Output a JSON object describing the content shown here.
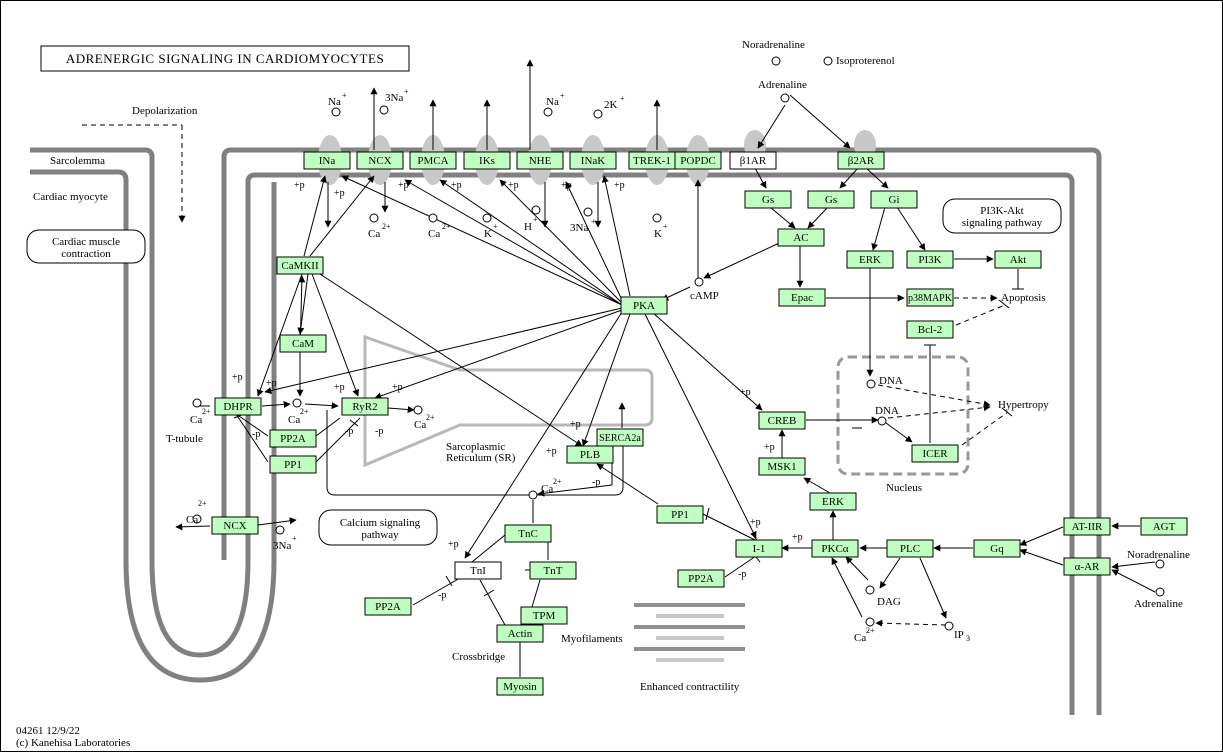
{
  "title": "ADRENERGIC SIGNALING IN CARDIOMYOCYTES",
  "footer": {
    "id": "04261 12/9/22",
    "copyright": "(c) Kanehisa Laboratories"
  },
  "regions": {
    "sarcolemma": "Sarcolemma",
    "cardiac_myocyte": "Cardiac myocyte",
    "t_tubule": "T-tubule",
    "depolarization": "Depolarization",
    "sr_line1": "Sarcoplasmic",
    "sr_line2": "Reticulum (SR)",
    "nucleus": "Nucleus",
    "crossbridge": "Crossbridge",
    "myofilaments": "Myofilaments",
    "enhanced": "Enhanced contractility",
    "hypertropy": "Hypertropy",
    "apoptosis": "Apoptosis"
  },
  "pathways": {
    "cardiac_muscle_1": "Cardiac muscle",
    "cardiac_muscle_2": "contraction",
    "pi3k_1": "PI3K-Akt",
    "pi3k_2": "signaling pathway",
    "calcium_1": "Calcium signaling",
    "calcium_2": "pathway"
  },
  "genes": {
    "ina": "INa",
    "ncx_top": "NCX",
    "pmca": "PMCA",
    "iks": "IKs",
    "nhe": "NHE",
    "inak": "INaK",
    "trek1": "TREK-1",
    "popdc": "POPDC",
    "b1ar": "β1AR",
    "b2ar": "β2AR",
    "gs1": "Gs",
    "gs2": "Gs",
    "gi": "Gi",
    "ac": "AC",
    "erk1": "ERK",
    "pi3k": "PI3K",
    "akt": "Akt",
    "epac": "Epac",
    "p38": "p38MAPK",
    "bcl2": "Bcl-2",
    "camkii": "CaMKII",
    "cam": "CaM",
    "pka": "PKA",
    "dhpr": "DHPR",
    "ryr2": "RyR2",
    "pp2a_1": "PP2A",
    "pp1_1": "PP1",
    "serca": "SERCA2a",
    "plb": "PLB",
    "creb": "CREB",
    "msk1": "MSK1",
    "icer": "ICER",
    "erk2": "ERK",
    "pp1_2": "PP1",
    "i1": "I-1",
    "pkca": "PKCα",
    "pp2a_2": "PP2A",
    "plc": "PLC",
    "gq": "Gq",
    "at_iir": "AT-IIR",
    "agt": "AGT",
    "a_ar": "α-AR",
    "ncx_bottom": "NCX",
    "tnc": "TnC",
    "tni": "TnI",
    "tnt": "TnT",
    "tpm": "TPM",
    "pp2a_3": "PP2A",
    "actin": "Actin",
    "myosin": "Myosin"
  },
  "compounds": {
    "noradrenaline_top": "Noradrenaline",
    "isoproterenol": "Isoproterenol",
    "adrenaline_top": "Adrenaline",
    "na1": "Na",
    "na3": "3Na",
    "na_nhe": "Na",
    "k2": "2K",
    "ca_ncx": "Ca",
    "ca_pmca": "Ca",
    "k_iks": "K",
    "h": "H",
    "na3b": "3Na",
    "k_trek": "K",
    "camp": "cAMP",
    "dna1": "DNA",
    "dna2": "DNA",
    "ca_dhpr": "Ca",
    "ca_mid": "Ca",
    "ca_ryr": "Ca",
    "ca_sr": "Ca",
    "ca_ncx_b": "Ca",
    "na_ncx_b": "3Na",
    "dag": "DAG",
    "ip3": "IP",
    "ca_bottom": "Ca",
    "noradrenaline_right": "Noradrenaline",
    "adrenaline_right": "Adrenaline"
  },
  "charges": {
    "plus": "+",
    "two_plus": "2+",
    "three": "3"
  },
  "marks": {
    "p_plus": "+p",
    "p_minus": "-p"
  }
}
